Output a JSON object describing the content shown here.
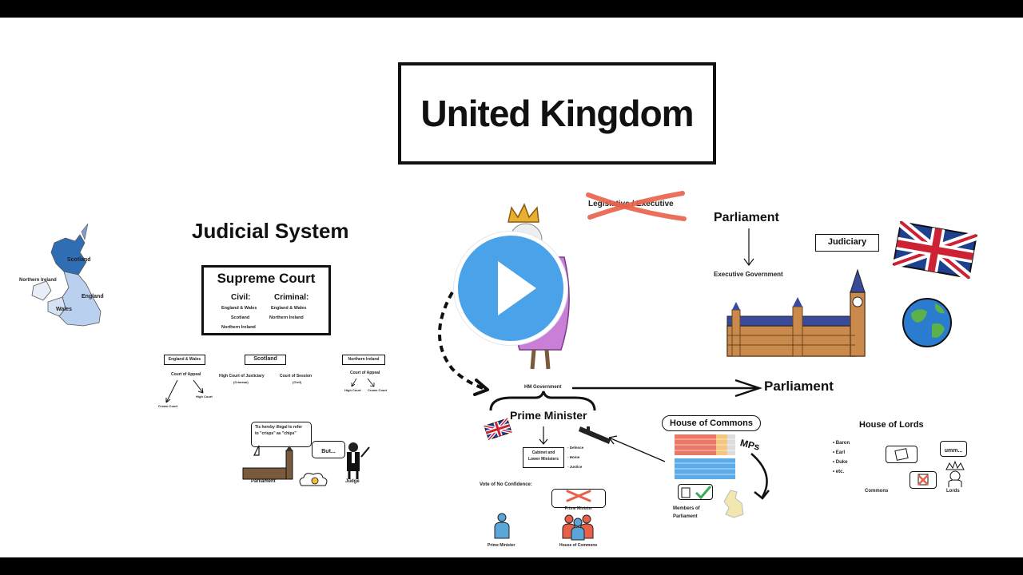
{
  "title": "United Kingdom",
  "map": {
    "scotland": "Scotland",
    "northern_ireland": "Northern Ireland",
    "england": "England",
    "wales": "Wales"
  },
  "judicial": {
    "heading": "Judicial System",
    "supreme_court": "Supreme Court",
    "civil_heading": "Civil:",
    "civil_items": [
      "England & Wales",
      "Scotland",
      "Northern Ireland"
    ],
    "criminal_heading": "Criminal:",
    "criminal_items": [
      "England & Wales",
      "Northern Ireland"
    ],
    "regions": [
      "England & Wales",
      "Scotland",
      "Northern Ireland"
    ],
    "ew_court_of_appeal": "Court of Appeal",
    "ew_crown_court": "Crown Court",
    "ew_high_court": "High Court",
    "sc_high_court": "High Court of Justiciary",
    "sc_high_court_sub": "(Criminal)",
    "sc_court_of_session": "Court of Session",
    "sc_court_of_session_sub": "(Civil)",
    "ni_court_of_appeal": "Court of Appeal",
    "ni_high_court": "High Court",
    "ni_crown_court": "Crown Court",
    "speech_line1": "Tis hereby illegal to refer",
    "speech_line2": "to \"crisps\" as \"chips\"",
    "but_bubble": "But...",
    "parliament_label": "Parliament",
    "judge_label": "Judge"
  },
  "center": {
    "struck_text": "Legislative / Executive",
    "hm_government": "HM Government",
    "prime_minister": "Prime Minister",
    "cabinet_line1": "Cabinet and",
    "cabinet_line2": "Lower Ministers",
    "ministries": [
      "- Defence",
      "- Home",
      "- Justice"
    ],
    "vote_of_no_confidence": "Vote of No Confidence:",
    "pm_bubble": "Prime Minister",
    "pm_figure_label": "Prime Minister",
    "commons_figure_label": "House of Commons",
    "parliament_big": "Parliament"
  },
  "right": {
    "parliament_heading": "Parliament",
    "executive_government": "Executive Government",
    "judiciary": "Judiciary",
    "house_of_commons": "House of Commons",
    "mps": "MPs",
    "members_line1": "Members of",
    "members_line2": "Parliament",
    "house_of_lords": "House of Lords",
    "titles": [
      "Baron",
      "Earl",
      "Duke",
      "etc."
    ],
    "umm_bubble": "umm...",
    "commons_label": "Commons",
    "lords_label": "Lords"
  },
  "colors": {
    "play": "#4aa3e8",
    "uk_blue": "#2f6db5",
    "strike": "#e8604a",
    "ocean": "#2b7bcf",
    "land": "#5bb14a"
  }
}
